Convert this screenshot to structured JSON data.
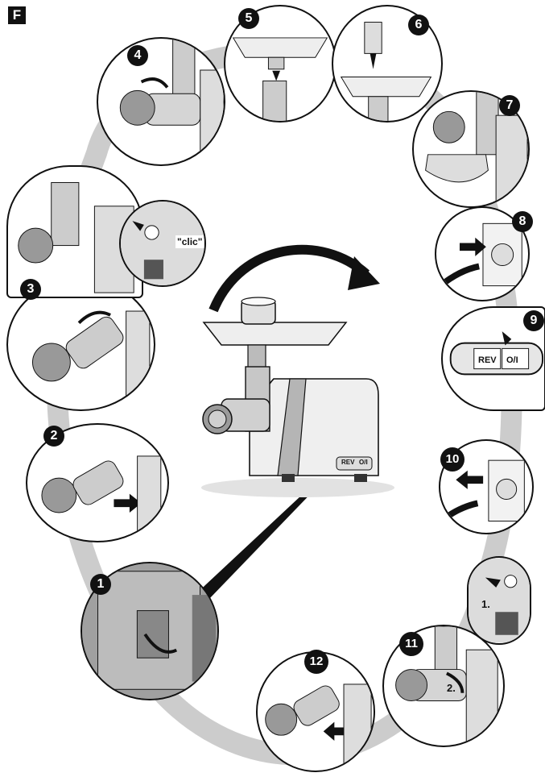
{
  "figure_label": "F",
  "clic_label": "\"clic\"",
  "rev_label": "REV",
  "onoff_label": "O/I",
  "sub_step_1": "1.",
  "sub_step_2": "2.",
  "steps": [
    {
      "number": "1"
    },
    {
      "number": "2"
    },
    {
      "number": "3"
    },
    {
      "number": "4"
    },
    {
      "number": "5"
    },
    {
      "number": "6"
    },
    {
      "number": "7"
    },
    {
      "number": "8"
    },
    {
      "number": "9"
    },
    {
      "number": "10"
    },
    {
      "number": "11"
    },
    {
      "number": "12"
    }
  ],
  "colors": {
    "outline": "#111111",
    "metal_light": "#e6e6e6",
    "metal_mid": "#b8b8b8",
    "metal_dark": "#7a7a7a",
    "ring": "#bdbdbd"
  }
}
